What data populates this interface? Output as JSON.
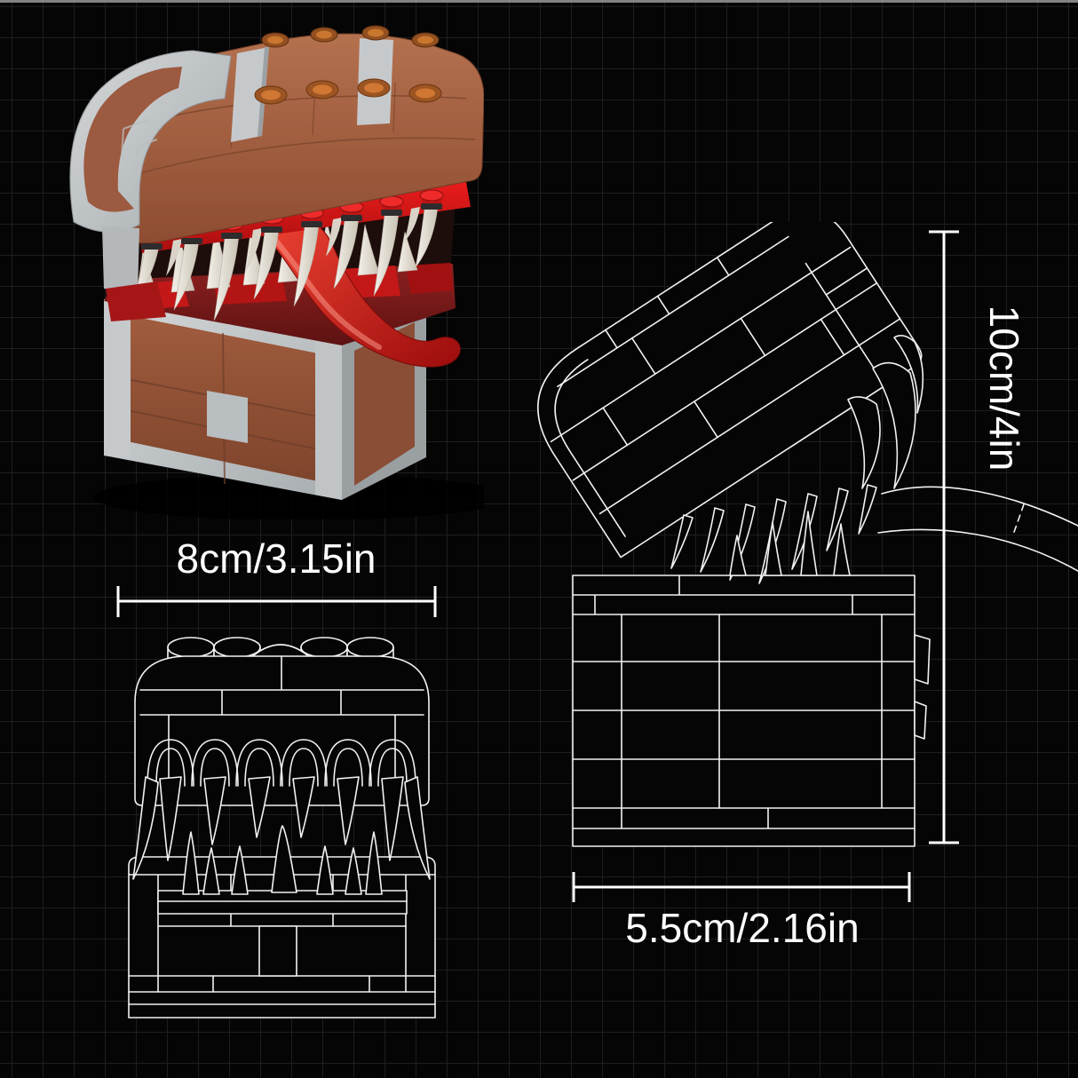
{
  "diagram": {
    "annotations": {
      "width": "8cm/3.15in",
      "height": "10cm/4in",
      "depth": "5.5cm/2.16in"
    },
    "style": {
      "background": "#050505",
      "grid_line": "#1e1e1e",
      "wireframe": "#f2f2f2",
      "dimension_color": "#ffffff",
      "chest_brown": "#a8613f",
      "chest_gray": "#c6c9cb",
      "chest_red": "#d41515",
      "tongue_red": "#c81818",
      "teeth_white": "#ece9e2"
    }
  }
}
